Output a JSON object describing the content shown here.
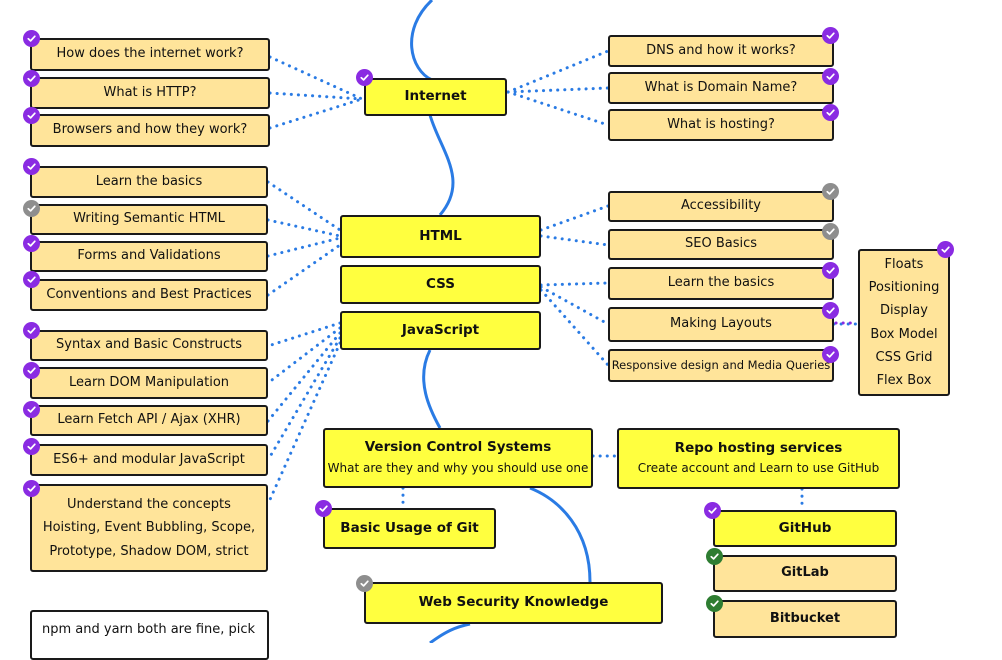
{
  "colors": {
    "main_node": "#ffff3f",
    "sub_node": "#ffe49a",
    "connector": "#2a7be4",
    "spine": "#2a7be4",
    "done": "#8a2be2",
    "skipped": "#8e8e8e",
    "alternative": "#2e7d32"
  },
  "icons": {
    "check": "check-circle-icon"
  },
  "main_topics": {
    "internet": "Internet",
    "html": "HTML",
    "css": "CSS",
    "javascript": "JavaScript",
    "version_control": {
      "title": "Version Control Systems",
      "subtitle": "What are they and why you should use one"
    },
    "repo_hosting": {
      "title": "Repo hosting services",
      "subtitle": "Create account and Learn to use GitHub"
    },
    "git_basics": "Basic Usage of Git",
    "web_security": "Web Security Knowledge"
  },
  "internet_left": [
    "How does the internet work?",
    "What is HTTP?",
    "Browsers and how they work?"
  ],
  "internet_right": [
    "DNS and how it works?",
    "What is Domain Name?",
    "What is hosting?"
  ],
  "html_left": [
    "Learn the basics",
    "Writing Semantic HTML",
    "Forms and Validations",
    "Conventions and Best Practices"
  ],
  "css_right": [
    "Accessibility",
    "SEO Basics",
    "Learn the basics",
    "Making Layouts",
    "Responsive design and Media Queries"
  ],
  "layouts": [
    "Floats",
    "Positioning",
    "Display",
    "Box Model",
    "CSS Grid",
    "Flex Box"
  ],
  "js_left": [
    "Syntax and Basic Constructs",
    "Learn DOM Manipulation",
    "Learn Fetch API / Ajax (XHR)",
    "ES6+ and modular JavaScript"
  ],
  "js_concepts": [
    "Understand the concepts",
    "Hoisting, Event Bubbling, Scope,",
    "Prototype, Shadow DOM, strict"
  ],
  "repo_services": [
    "GitHub",
    "GitLab",
    "Bitbucket"
  ],
  "note_text": "npm and yarn both are fine, pick"
}
